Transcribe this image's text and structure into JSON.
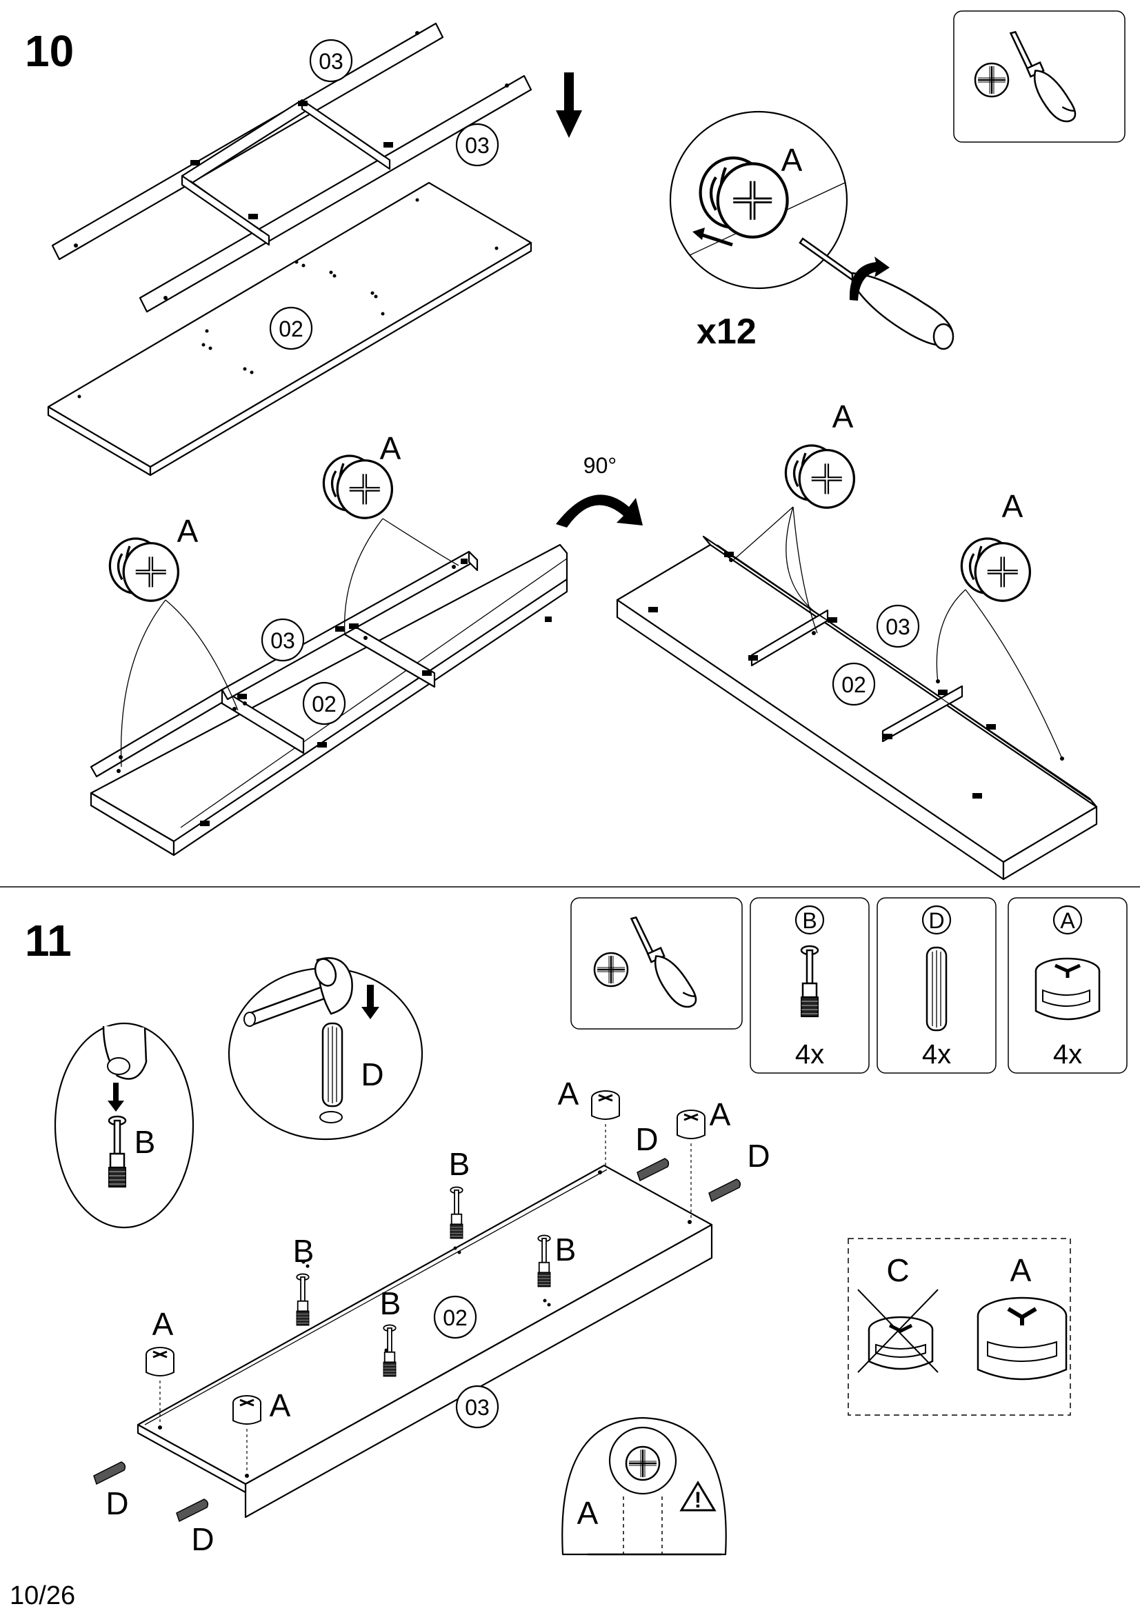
{
  "page": {
    "number": "10/26"
  },
  "step10": {
    "number": "10",
    "x12_label": "x12",
    "rotation_label": "90°",
    "fitting_label": "A",
    "parts": {
      "rail_top": "03",
      "rail_mid": "03",
      "board_top": "02",
      "rail_left": "03",
      "board_left": "02",
      "rail_right": "03",
      "board_right": "02"
    },
    "fitting_labels": {
      "top": "A",
      "left_a": "A",
      "left_b": "A",
      "right_a": "A",
      "right_b": "A"
    }
  },
  "step11": {
    "number": "11",
    "tool_boxes": [
      {
        "letter": "B",
        "qty": "4x"
      },
      {
        "letter": "D",
        "qty": "4x"
      },
      {
        "letter": "A",
        "qty": "4x"
      }
    ],
    "detail": {
      "hammer_part": "D",
      "finger_part": "B",
      "warning_part": "A"
    },
    "compare": {
      "wrong": "C",
      "right": "A"
    },
    "parts": {
      "board": "02",
      "rail": "03"
    },
    "labels": {
      "a_back_left": "A",
      "a_back_right": "A",
      "a_front_left": "A",
      "a_front_right": "A",
      "b1": "B",
      "b2": "B",
      "b3": "B",
      "b4": "B",
      "d1": "D",
      "d2": "D",
      "d3": "D",
      "d4": "D"
    }
  },
  "colors": {
    "ink": "#000000",
    "panel_fill": "#ffffff",
    "dowel_fill": "#555555"
  }
}
